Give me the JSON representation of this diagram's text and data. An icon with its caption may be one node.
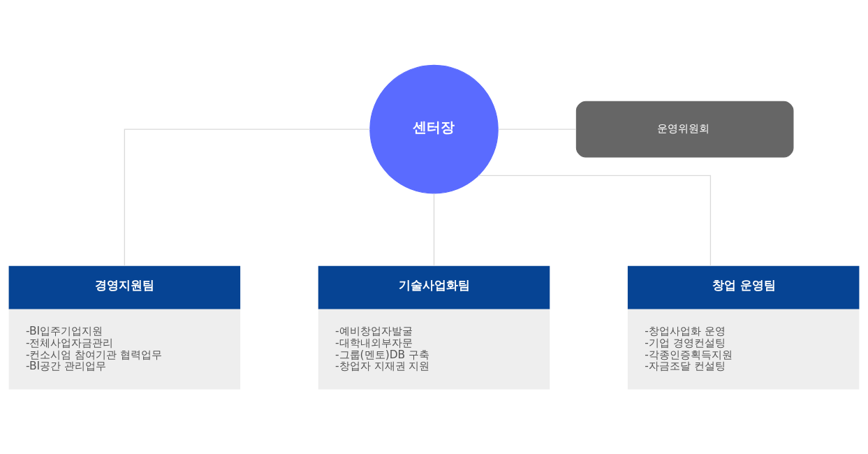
{
  "diagram": {
    "nodes": [
      {
        "text": [
          "센터장"
        ]
      },
      {
        "text": [
          "운영위원회"
        ]
      },
      {
        "text": [
          "경영지원팀",
          "-BI입주기업지원",
          "-전체사업자금관리",
          "-컨소시엄 참여기관 협력업무",
          "-BI공간 관리업무"
        ]
      },
      {
        "text": [
          "기술사업화팀",
          "-예비창업자발굴",
          "-대학내외부자문",
          "-그룹(멘토)DB 구축",
          "-창업자 지재권 지원"
        ]
      },
      {
        "text": [
          "창업 운영팀",
          "-창업사업화 운영",
          "-기업 경영컨설팅",
          "-각종인증획득지원",
          "-자금조달 컨설팅"
        ]
      }
    ],
    "edges": [
      {
        "from": 0,
        "to": 1,
        "arrow": "none"
      },
      {
        "from": 0,
        "to": 2,
        "arrow": "none"
      },
      {
        "from": 0,
        "to": 3,
        "arrow": "none"
      },
      {
        "from": 0,
        "to": 4,
        "arrow": "none"
      }
    ]
  }
}
